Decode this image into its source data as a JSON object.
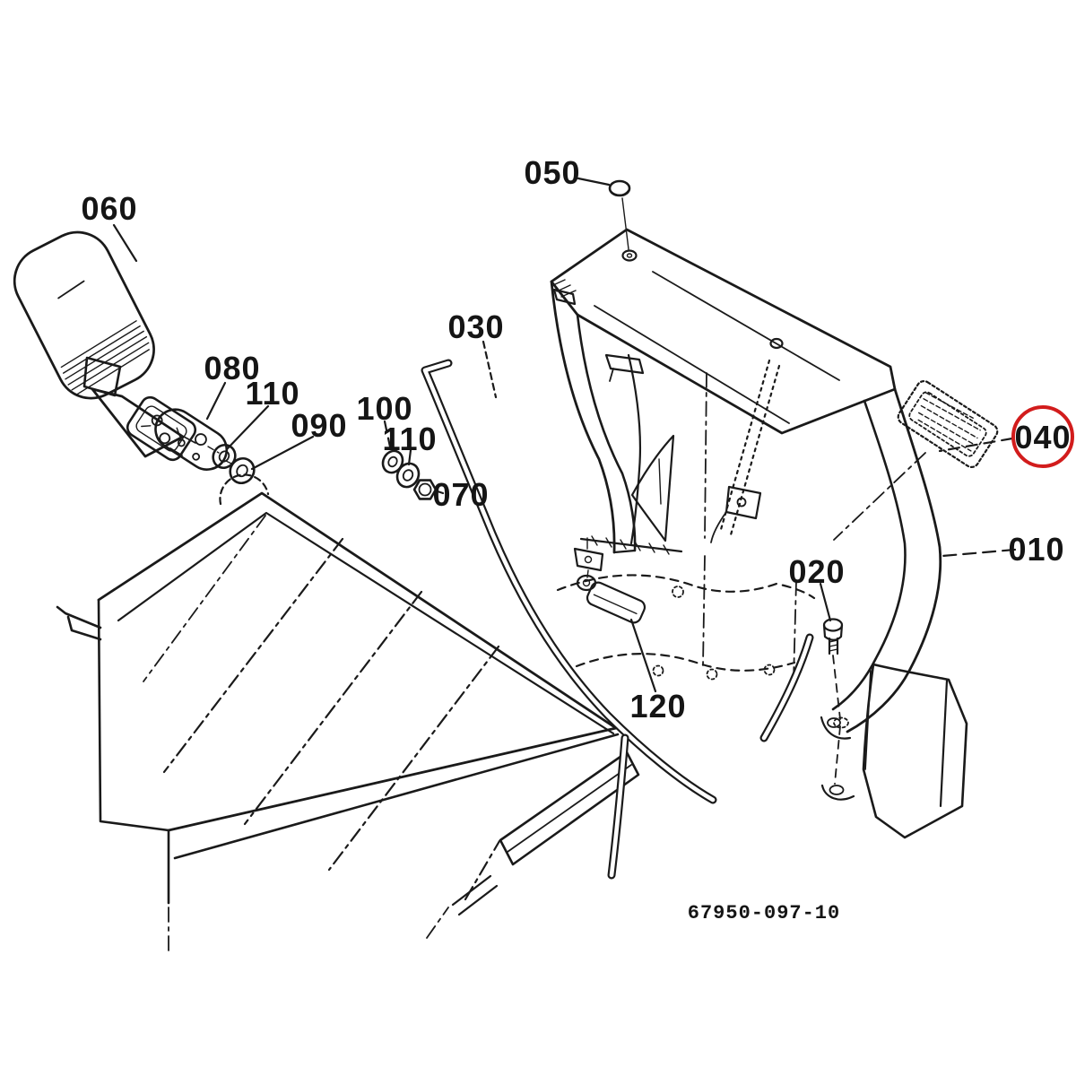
{
  "diagram": {
    "kind": "exploded-parts-diagram",
    "background": "#ffffff",
    "line_color": "#1a1a1a",
    "drawing_number": "67950-097-10",
    "highlight": {
      "part_ref": "040",
      "color": "#d21c1c",
      "shape": "circle"
    },
    "callouts": {
      "c010": "010",
      "c020": "020",
      "c030": "030",
      "c040": "040",
      "c050": "050",
      "c060": "060",
      "c070": "070",
      "c080": "080",
      "c090": "090",
      "c100": "100",
      "c110a": "110",
      "c110b": "110",
      "c120": "120"
    }
  }
}
